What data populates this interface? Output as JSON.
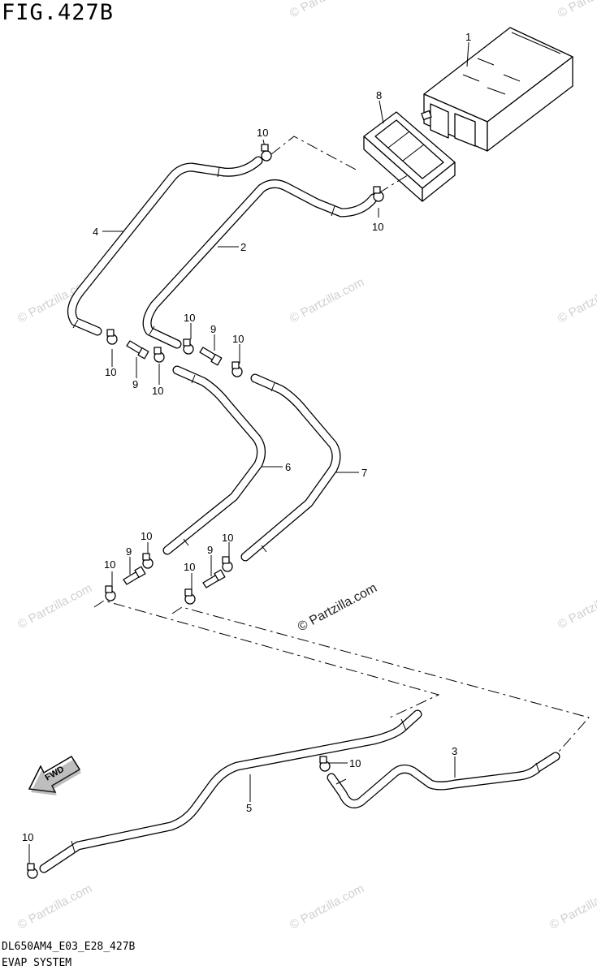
{
  "figure": {
    "title": "FIG.427B",
    "code": "DL650AM4_E03_E28_427B",
    "system": "EVAP SYSTEM"
  },
  "fwd_label": "FWD",
  "watermark": "© Partzilla.com",
  "callouts": {
    "c1": "1",
    "c8": "8",
    "c4": "4",
    "c2": "2",
    "c10a": "10",
    "c10b": "10",
    "c10c": "10",
    "c10d": "10",
    "c10e": "10",
    "c10f": "10",
    "c10g": "10",
    "c10h": "10",
    "c10i": "10",
    "c10j": "10",
    "c10k": "10",
    "c10l": "10",
    "c9a": "9",
    "c9b": "9",
    "c9c": "9",
    "c9d": "9",
    "c6": "6",
    "c7": "7",
    "c5": "5",
    "c3": "3"
  }
}
